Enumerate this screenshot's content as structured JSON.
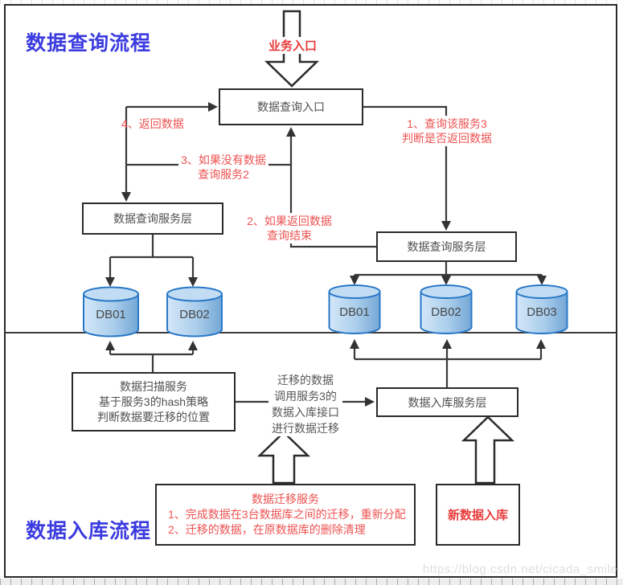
{
  "titles": {
    "query_flow": "数据查询流程",
    "storage_flow": "数据入库流程"
  },
  "nodes": {
    "business_entry": "业务入口",
    "query_entry": "数据查询入口",
    "query_service_left": "数据查询服务层",
    "query_service_right": "数据查询服务层",
    "storage_service": "数据入库服务层",
    "new_data_entry": "新数据入库",
    "scan_service_lines": {
      "0": "数据扫描服务",
      "1": "基于服务3的hash策略",
      "2": "判断数据要迁移的位置"
    },
    "migrate_note_lines": {
      "0": "迁移的数据",
      "1": "调用服务3的",
      "2": "数据入库接口",
      "3": "进行数据迁移"
    },
    "migration_service": {
      "title": "数据迁移服务",
      "item1": "1、完成数据在3台数据库之间的迁移，重新分配",
      "item2": "2、迁移的数据，在原数据库的删除清理"
    }
  },
  "annotations": {
    "step1_line1": "1、查询该服务3",
    "step1_line2": "判断是否返回数据",
    "step2_line1": "2、如果返回数据",
    "step2_line2": "查询结束",
    "step3_line1": "3、如果没有数据",
    "step3_line2": "查询服务2",
    "step4": "4、返回数据"
  },
  "databases": {
    "query_left": {
      "0": "DB01",
      "1": "DB02"
    },
    "query_right": {
      "0": "DB01",
      "1": "DB02",
      "2": "DB03"
    }
  },
  "colors": {
    "title_blue": "#3b3be0",
    "annotation_red": "#ee5252",
    "strong_red": "#e83b3b",
    "line_dark": "#3a3a3a",
    "cylinder_stroke": "#2878c8"
  },
  "watermark": "https://blog.csdn.net/cicada_smile"
}
